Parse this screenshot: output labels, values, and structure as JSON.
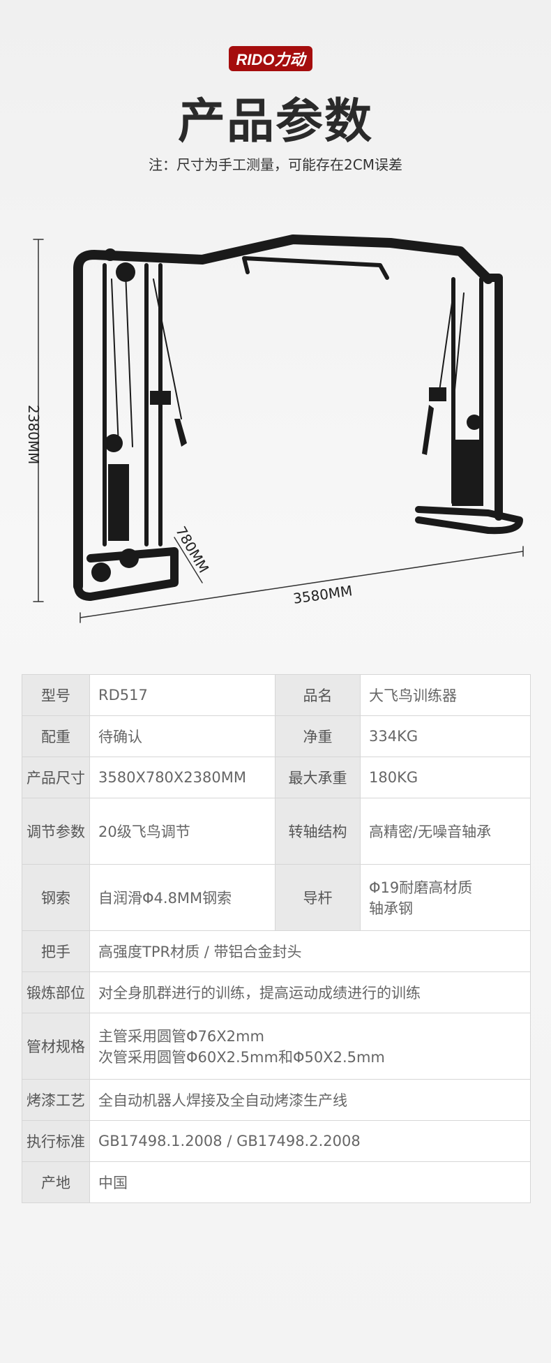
{
  "brand": {
    "logo": "RIDO力动",
    "color": "#a50d0d"
  },
  "header": {
    "title": "产品参数",
    "note": "注：尺寸为手工测量，可能存在2CM误差"
  },
  "dimensions": {
    "height": "2380MM",
    "depth": "780MM",
    "width": "3580MM"
  },
  "specs": [
    {
      "l1": "型号",
      "v1": "RD517",
      "l2": "品名",
      "v2": "大飞鸟训练器"
    },
    {
      "l1": "配重",
      "v1": "待确认",
      "l2": "净重",
      "v2": "334KG"
    },
    {
      "l1": "产品尺寸",
      "v1": "3580X780X2380MM",
      "l2": "最大承重",
      "v2": "180KG"
    },
    {
      "l1": "调节参数",
      "v1": "20级飞鸟调节",
      "l2": "转轴结构",
      "v2": "高精密/无噪音轴承"
    },
    {
      "l1": "钢索",
      "v1": "自润滑Φ4.8MM钢索",
      "l2": "导杆",
      "v2": "Φ19耐磨高材质",
      "v2b": "轴承钢"
    }
  ],
  "specs_wide": [
    {
      "l": "把手",
      "v": "高强度TPR材质 / 带铝合金封头"
    },
    {
      "l": "锻炼部位",
      "v": "对全身肌群进行的训练，提高运动成绩进行的训练"
    },
    {
      "l": "管材规格",
      "v": "主管采用圆管Φ76X2mm",
      "v2": "次管采用圆管Φ60X2.5mm和Φ50X2.5mm"
    },
    {
      "l": "烤漆工艺",
      "v": "全自动机器人焊接及全自动烤漆生产线"
    },
    {
      "l": "执行标准",
      "v": "GB17498.1.2008 / GB17498.2.2008"
    },
    {
      "l": "产地",
      "v": "中国"
    }
  ]
}
